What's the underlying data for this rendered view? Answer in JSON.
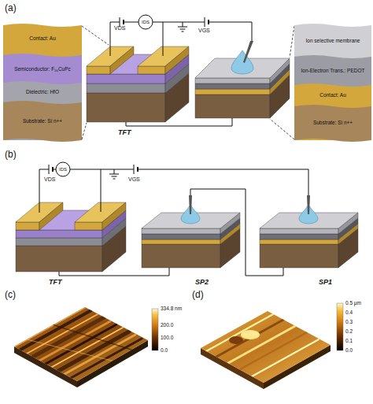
{
  "diagram": {
    "labels": [
      "(a)",
      "VDS",
      "IDS",
      "VGS",
      "Contact: Au",
      "Semiconductor: F₁₆CuPc",
      "Dielectric: HfO",
      "Substrate: Si n++",
      "TFT",
      "Ion selective membrane",
      "Ion-Electron Trans.: PEDOT",
      "Contact: Au",
      "Substrate: Si n++",
      "(b)",
      "VDS",
      "IDS",
      "VGS",
      "TFT",
      "SP2",
      "SP1",
      "(c)",
      "334.8 nm",
      "200.0",
      "100.0",
      "0.0",
      "(d)",
      "0.5 µm",
      "0.4",
      "0.3",
      "0.2",
      "0.1",
      "0.0"
    ]
  }
}
